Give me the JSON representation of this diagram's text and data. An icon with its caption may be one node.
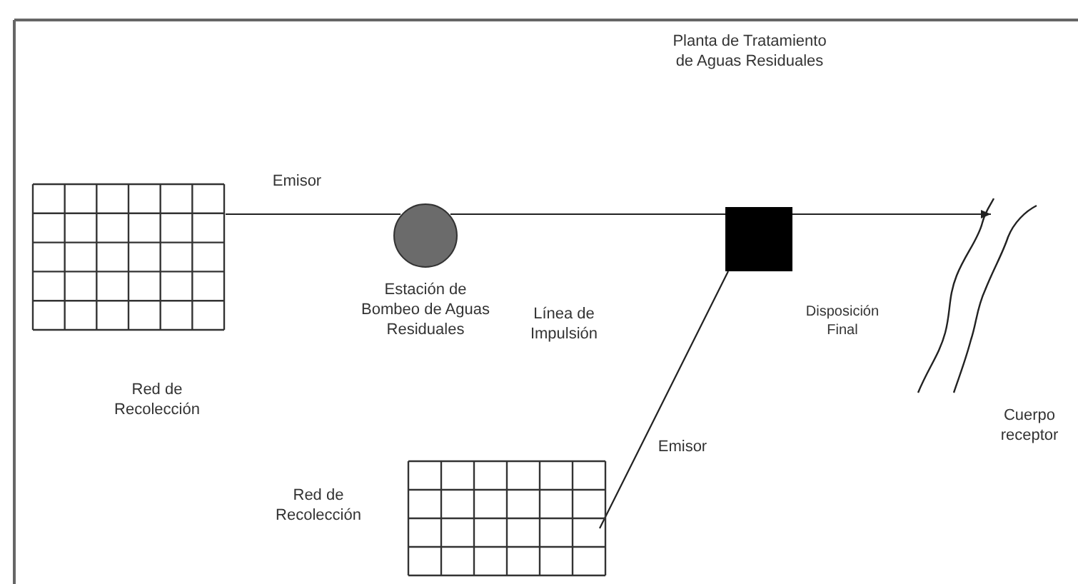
{
  "diagram": {
    "nodes": [
      {
        "text": [],
        "shape": "grid",
        "beside": [
          "Red de Recolección"
        ]
      },
      {
        "text": [],
        "shape": "circle",
        "beside": [
          "Estación de Bombeo de Aguas Residuales"
        ]
      },
      {
        "text": [],
        "shape": "box"
      },
      {
        "text": [],
        "shape": "river",
        "beside": [
          "Cuerpo receptor"
        ]
      },
      {
        "text": [],
        "shape": "grid",
        "beside": [
          "Red de Recolección"
        ]
      }
    ],
    "edges": [
      {
        "from": 0,
        "to": 1,
        "arrow": "none",
        "label": "Emisor"
      },
      {
        "from": 1,
        "to": 2,
        "arrow": "none"
      },
      {
        "from": 2,
        "to": 3,
        "arrow": "to"
      },
      {
        "from": 4,
        "to": 2,
        "arrow": "none",
        "label": "Emisor"
      }
    ],
    "labels": [
      "Planta de Tratamiento de Aguas Residuales",
      "Línea de Impulsión",
      "Disposición Final"
    ]
  }
}
